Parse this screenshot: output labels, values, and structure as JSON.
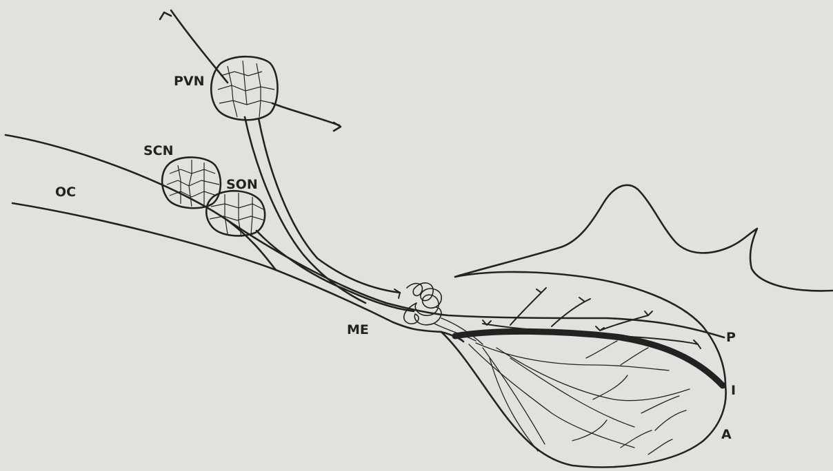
{
  "diagram": {
    "labels": {
      "pvn": "PVN",
      "scn": "SCN",
      "son": "SON",
      "oc": "OC",
      "me": "ME",
      "p": "P",
      "i": "I",
      "a": "A"
    },
    "colors": {
      "background": "#e2e1dd",
      "ink": "#222222"
    }
  }
}
